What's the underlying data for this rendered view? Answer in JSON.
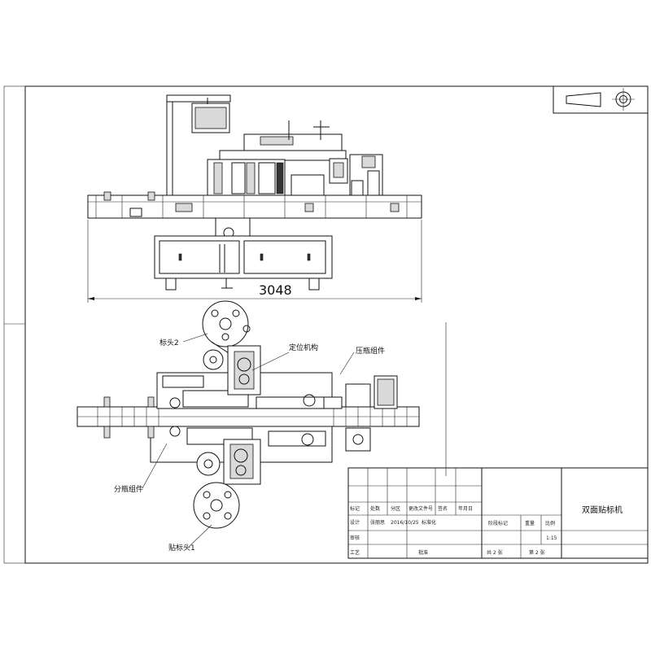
{
  "drawing": {
    "dimension_width": "3048",
    "callouts": {
      "head_2": "标头2",
      "positioning": "定位机构",
      "press_brush": "压瓶组件",
      "separator": "分瓶组件",
      "head_1": "贴标头1"
    }
  },
  "title_block": {
    "title": "双面贴标机",
    "scale": "1:15",
    "row_labels": [
      "标记",
      "设计",
      "审核",
      "工艺"
    ],
    "cells": {
      "qty": "处数",
      "zone": "分区",
      "change_no": "更改文件号",
      "sign": "签名",
      "date": "年月日",
      "designer": "张丽思",
      "design_date": "2016/10/25",
      "standardize": "标准化",
      "approve": "批准",
      "stage_mark": "阶段标记",
      "weight": "重量",
      "scale_label": "比例",
      "sheet_total": "共 2 张",
      "sheet_no": "第 2 张"
    }
  }
}
